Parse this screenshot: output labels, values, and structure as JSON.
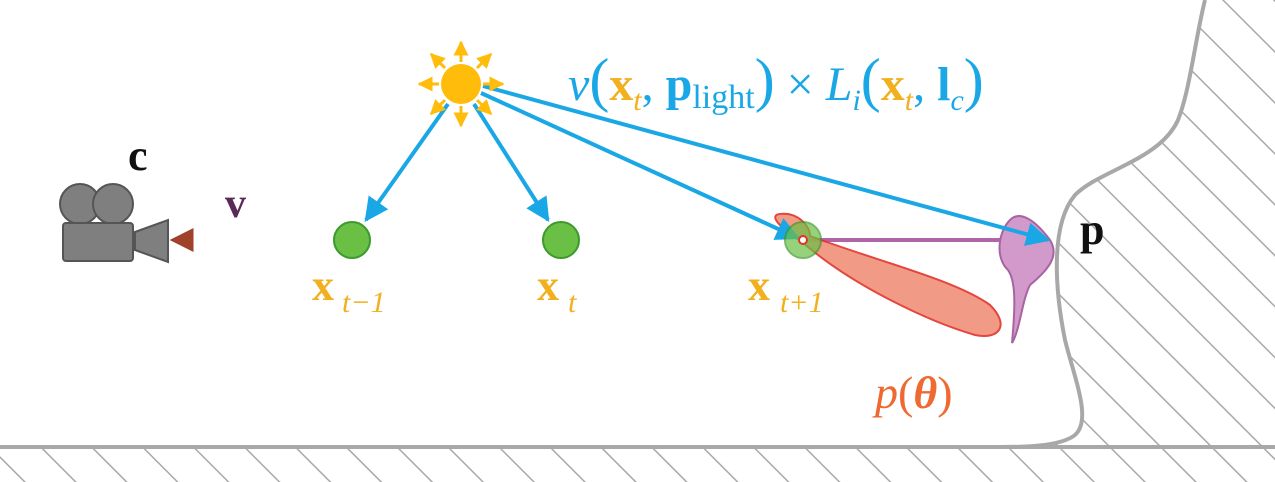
{
  "colors": {
    "light_ray": "#1aa7e6",
    "sun": "#ffbc0a",
    "point": "#6abf45",
    "point_label": "#f2b01e",
    "camera": "#808080",
    "surface_lobe": "#cf8ec3",
    "phase_lobe": "#f0917a",
    "phase_label": "#ef6a32",
    "view_dir": "#5a2a57"
  },
  "labels": {
    "camera": "c",
    "view_vector": "v",
    "surface_point": "p",
    "x_prev_base": "x",
    "x_prev_sub": "t−1",
    "x_cur_base": "x",
    "x_cur_sub": "t",
    "x_next_base": "x",
    "x_next_sub": "t+1",
    "phase": {
      "p": "p",
      "open": "(",
      "theta": "θ",
      "close": ")"
    },
    "equation": {
      "v": "v",
      "open1": "(",
      "x": "x",
      "x_sub": "t",
      "comma1": ", ",
      "p": "p",
      "p_sub": "light",
      "close1": ")",
      "times": " × ",
      "L": "L",
      "L_sub": "i",
      "open2": "(",
      "x2": "x",
      "x2_sub": "t",
      "comma2": ", ",
      "l": "l",
      "l_sub": "c",
      "close2": ")"
    }
  }
}
